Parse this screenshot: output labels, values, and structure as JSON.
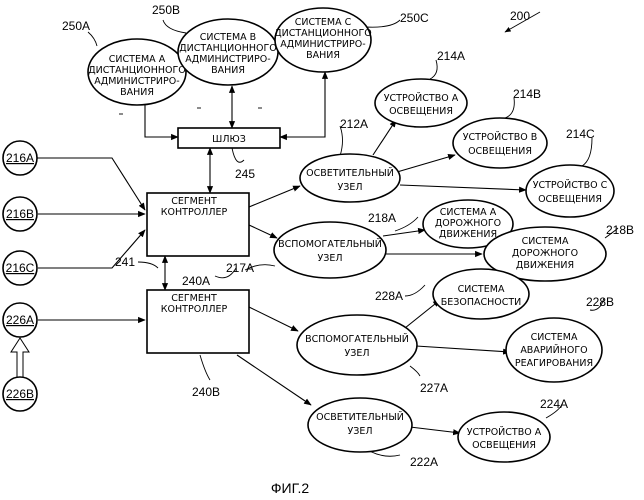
{
  "figure": {
    "ref_main": "200",
    "caption": "ФИГ.2"
  },
  "remote_systems": [
    {
      "ref": "250A",
      "lines": [
        "СИСТЕМА А",
        "ДИСТАНЦИОННОГО",
        "АДМИНИСТРИРО-",
        "ВАНИЯ"
      ]
    },
    {
      "ref": "250B",
      "lines": [
        "СИСТЕМА В",
        "ДИСТАНЦИОННОГО",
        "АДМИНИСТРИРО-",
        "ВАНИЯ"
      ]
    },
    {
      "ref": "250C",
      "lines": [
        "СИСТЕМА С",
        "ДИСТАНЦИОННОГО",
        "АДМИНИСТРИРО-",
        "ВАНИЯ"
      ]
    }
  ],
  "gateway": {
    "label": "ШЛЮЗ",
    "ref": "245"
  },
  "segment_controllers": [
    {
      "lines": [
        "СЕГМЕНТ",
        "КОНТРОЛЛЕР"
      ],
      "ref": "240A"
    },
    {
      "lines": [
        "СЕГМЕНТ",
        "КОНТРОЛЛЕР"
      ],
      "ref": "240B"
    }
  ],
  "link_ref": "241",
  "inputs": [
    "216A",
    "216B",
    "216C",
    "226A",
    "226B"
  ],
  "nodes": [
    {
      "ref": "212A",
      "lines": [
        "ОСВЕТИТЕЛЬНЫЙ",
        "УЗЕЛ"
      ]
    },
    {
      "ref": "217A",
      "lines": [
        "ВСПОМОГАТЕЛЬНЫЙ",
        "УЗЕЛ"
      ]
    },
    {
      "ref": "227A",
      "lines": [
        "ВСПОМОГАТЕЛЬНЫЙ",
        "УЗЕЛ"
      ]
    },
    {
      "ref": "222A",
      "lines": [
        "ОСВЕТИТЕЛЬНЫЙ",
        "УЗЕЛ"
      ]
    }
  ],
  "devices": [
    {
      "ref": "214A",
      "lines": [
        "УСТРОЙСТВО А",
        "ОСВЕЩЕНИЯ"
      ]
    },
    {
      "ref": "214B",
      "lines": [
        "УСТРОЙСТВО В",
        "ОСВЕЩЕНИЯ"
      ]
    },
    {
      "ref": "214C",
      "lines": [
        "УСТРОЙСТВО С",
        "ОСВЕЩЕНИЯ"
      ]
    },
    {
      "ref": "218A",
      "lines": [
        "СИСТЕМА А",
        "ДОРОЖНОГО",
        "ДВИЖЕНИЯ"
      ]
    },
    {
      "ref": "218B",
      "lines": [
        "СИСТЕМА",
        "ДОРОЖНОГО",
        "ДВИЖЕНИЯ"
      ]
    },
    {
      "ref": "228A",
      "lines": [
        "СИСТЕМА",
        "БЕЗОПАСНОСТИ"
      ]
    },
    {
      "ref": "228B",
      "lines": [
        "СИСТЕМА",
        "АВАРИЙНОГО",
        "РЕАГИРОВАНИЯ"
      ]
    },
    {
      "ref": "224A",
      "lines": [
        "УСТРОЙСТВО А",
        "ОСВЕЩЕНИЯ"
      ]
    }
  ]
}
